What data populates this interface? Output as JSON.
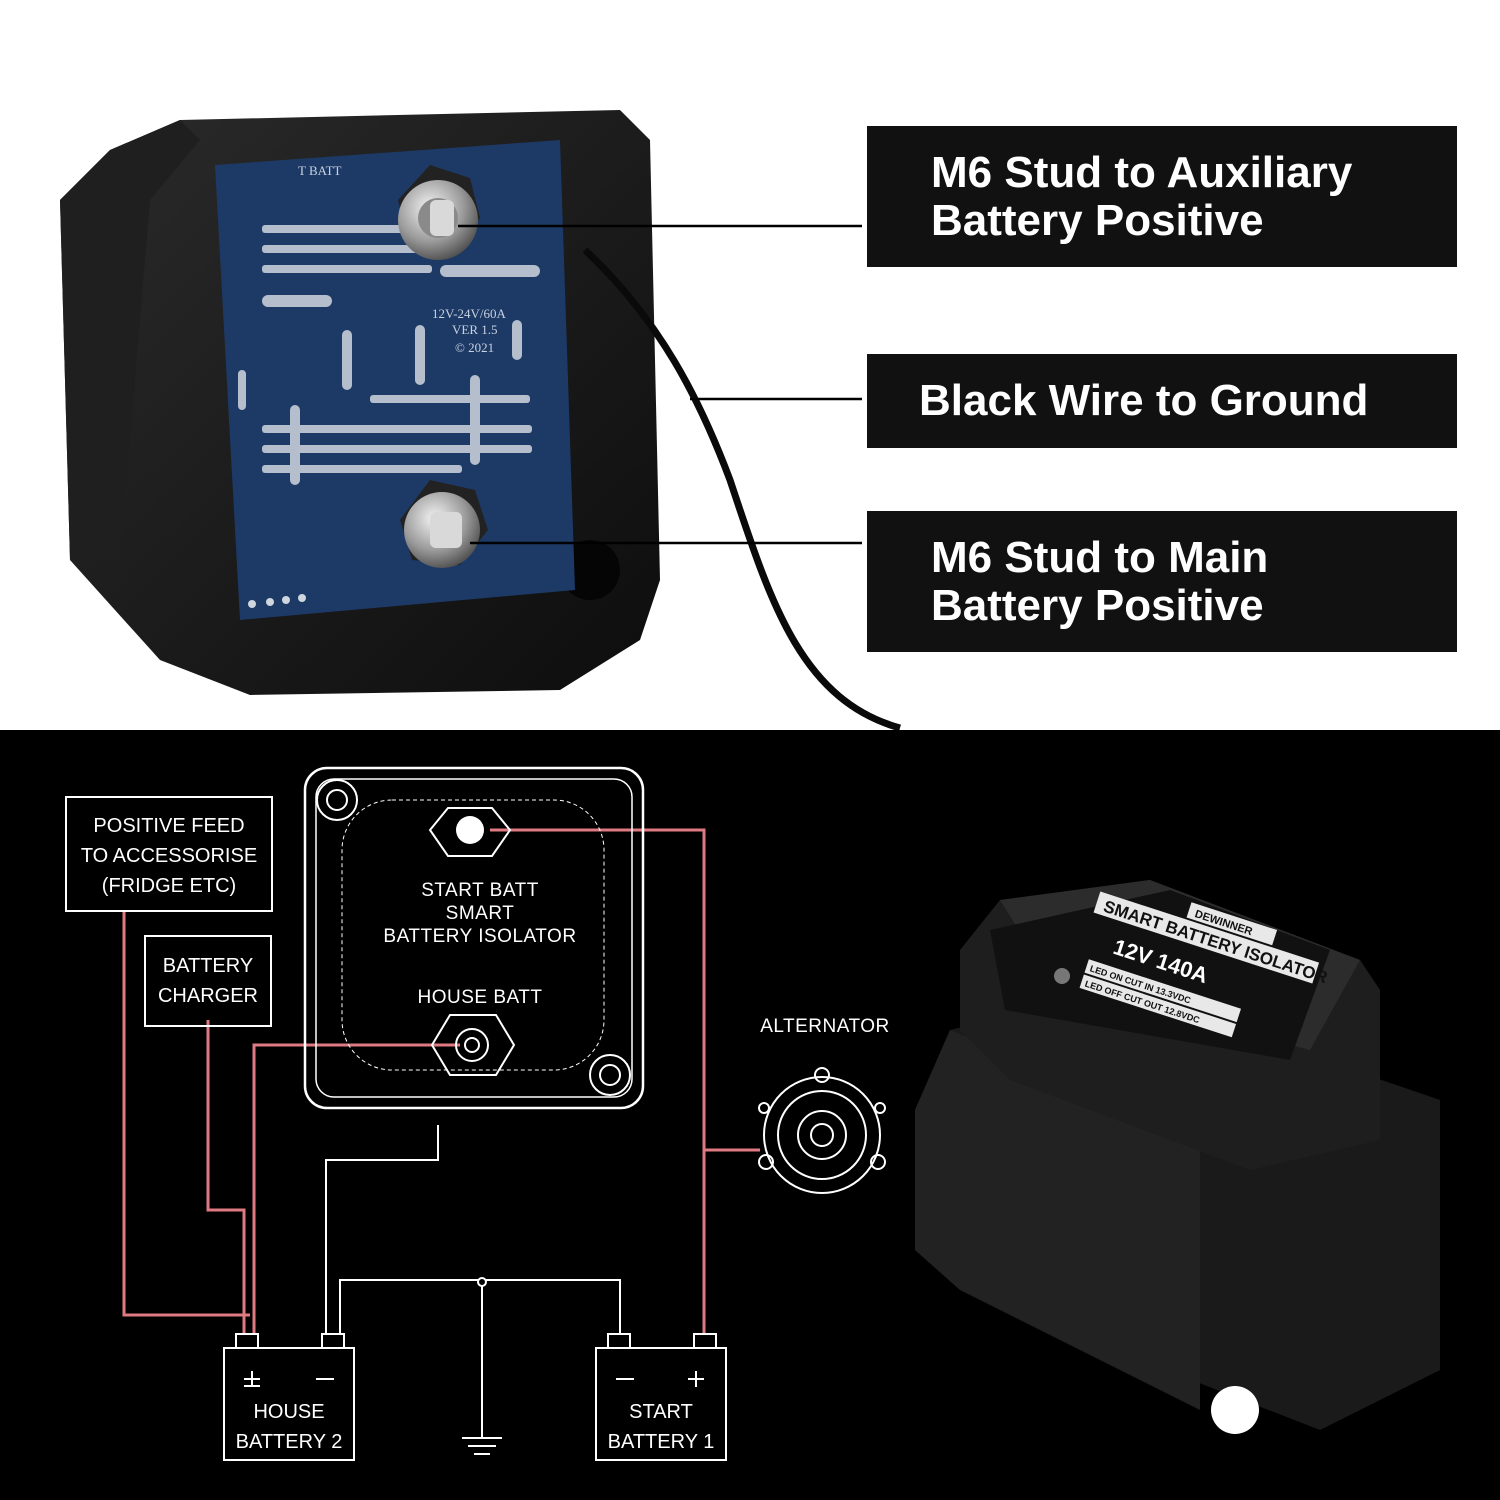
{
  "callouts": {
    "aux_positive": "M6 Stud to Auxiliary\nBattery Positive",
    "ground": "Black Wire to Ground",
    "main_positive": "M6 Stud to Main\nBattery Positive"
  },
  "pcb_print": {
    "line1": "T BATT",
    "line2": "12V-24V/60A",
    "line3": "VER 1.5",
    "line4": "© 2021"
  },
  "diagram": {
    "positive_feed": [
      "POSITIVE FEED",
      "TO ACCESSORISE",
      "(FRIDGE ETC)"
    ],
    "battery_charger": [
      "BATTERY",
      "CHARGER"
    ],
    "isolator_start": [
      "START BATT",
      "SMART",
      "BATTERY ISOLATOR"
    ],
    "isolator_house": "HOUSE BATT",
    "alternator": "ALTERNATOR",
    "house_battery": [
      "HOUSE",
      "BATTERY 2"
    ],
    "start_battery": [
      "START",
      "BATTERY 1"
    ]
  },
  "product": {
    "brand": "DEWINNER",
    "name": "SMART BATTERY ISOLATOR",
    "rating": "12V 140A",
    "led_on": "LED ON CUT IN 13.3VDC",
    "led_off": "LED OFF CUT OUT 12.8VDC"
  },
  "colors": {
    "callout_bg": "#111111",
    "wire_positive": "#e07a82",
    "pcb_blue": "#1d3a66",
    "housing": "#1a1a1a"
  }
}
